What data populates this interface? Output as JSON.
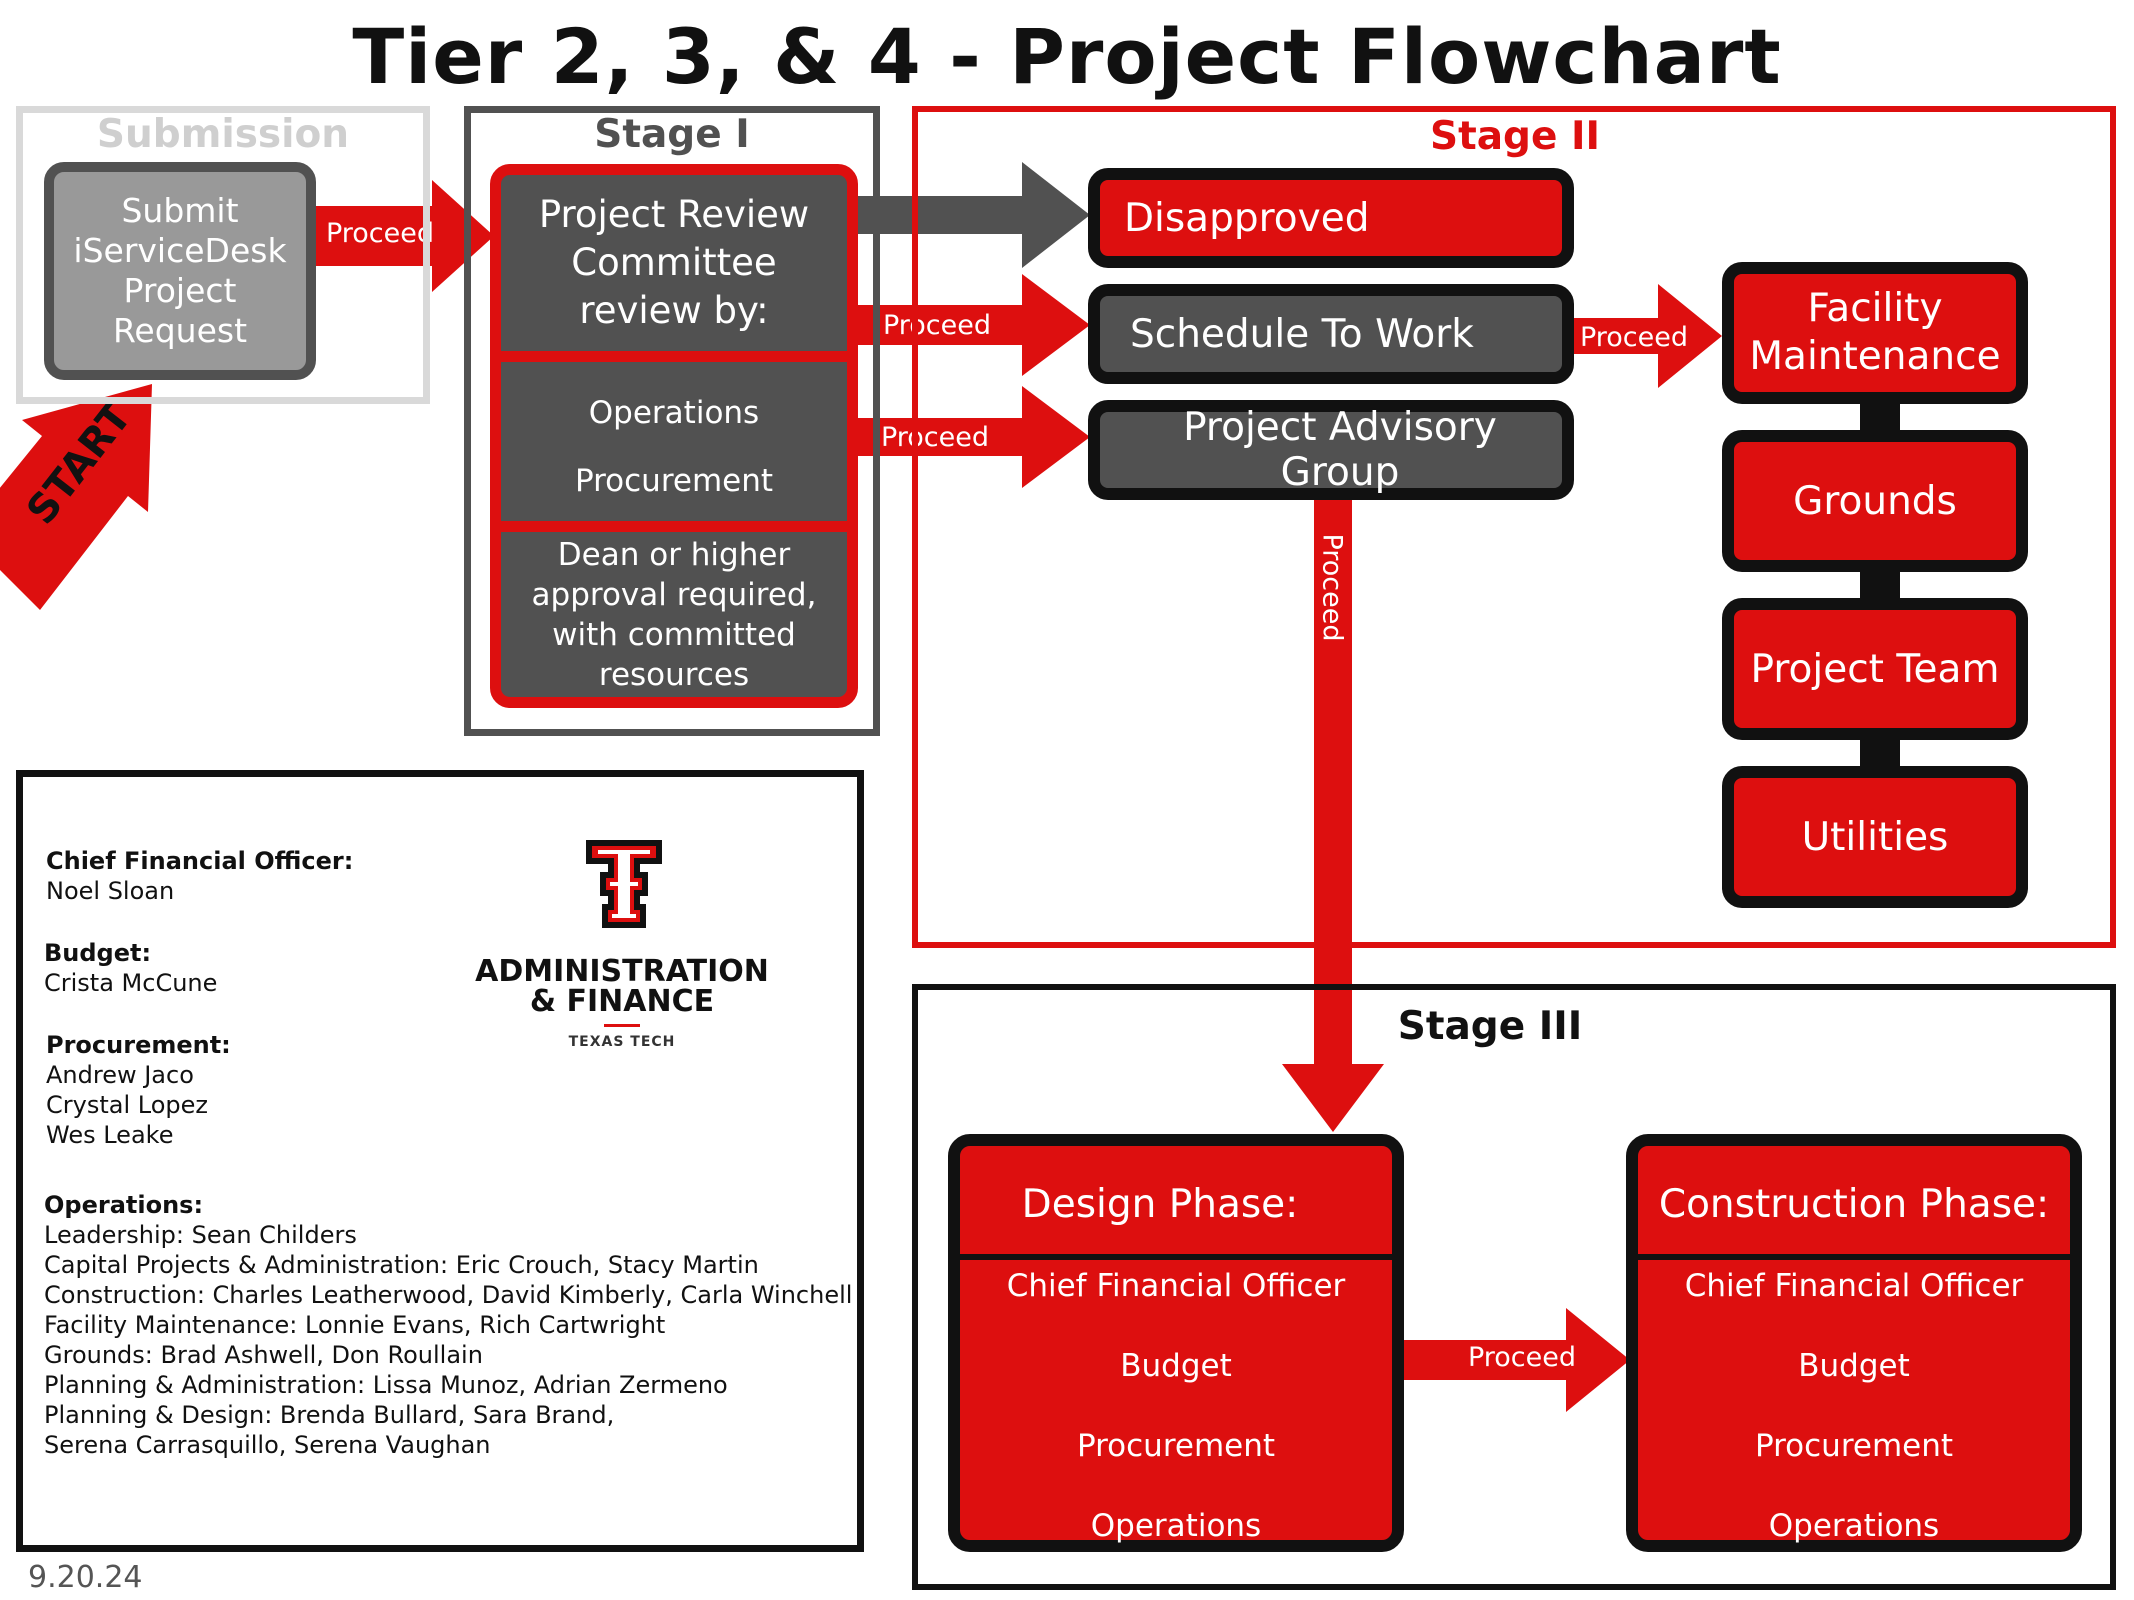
{
  "title": "Tier 2, 3, & 4 - Project Flowchart",
  "submission": {
    "label": "Submission",
    "box_text": "Submit\niServiceDesk\nProject\nRequest"
  },
  "start_label": "START",
  "proceed": "Proceed",
  "stage1": {
    "label": "Stage I",
    "review": "Project Review\nCommittee\nreview by:",
    "operations": "Operations",
    "procurement": "Procurement",
    "dean": "Dean or higher\napproval required,\nwith committed\nresources"
  },
  "stage2": {
    "label": "Stage II",
    "disapproved": "Disapproved",
    "schedule": "Schedule To Work",
    "advisory": "Project Advisory Group",
    "teams": [
      "Facility\nMaintenance",
      "Grounds",
      "Project Team",
      "Utilities"
    ]
  },
  "stage3": {
    "label": "Stage III",
    "design": {
      "title": "Design Phase:",
      "items": [
        "Chief Financial Officer",
        "Budget",
        "Procurement",
        "Operations"
      ]
    },
    "construction": {
      "title": "Construction Phase:",
      "items": [
        "Chief Financial Officer",
        "Budget",
        "Procurement",
        "Operations"
      ]
    }
  },
  "contacts": {
    "cfo_title": "Chief Financial Officer:",
    "cfo_name": "Noel Sloan",
    "budget_title": "Budget:",
    "budget_name": "Crista McCune",
    "procurement_title": "Procurement:",
    "procurement_names": [
      "Andrew Jaco",
      "Crystal Lopez",
      "Wes Leake"
    ],
    "operations_title": "Operations:",
    "operations_lines": [
      "Leadership: Sean Childers",
      "Capital Projects & Administration: Eric Crouch, Stacy Martin",
      "Construction: Charles Leatherwood, David Kimberly, Carla Winchell",
      "Facility Maintenance: Lonnie Evans, Rich Cartwright",
      "Grounds: Brad Ashwell, Don Roullain",
      "Planning & Administration: Lissa Munoz, Adrian Zermeno",
      "Planning & Design: Brenda Bullard, Sara Brand,",
      "Serena Carrasquillo, Serena Vaughan"
    ]
  },
  "logo": {
    "line1": "ADMINISTRATION",
    "line2": "& FINANCE",
    "line3": "TEXAS TECH"
  },
  "date": "9.20.24",
  "colors": {
    "red": "#dd0f0f",
    "dark": "#515151",
    "black": "#111111",
    "light_gray": "#999999"
  }
}
